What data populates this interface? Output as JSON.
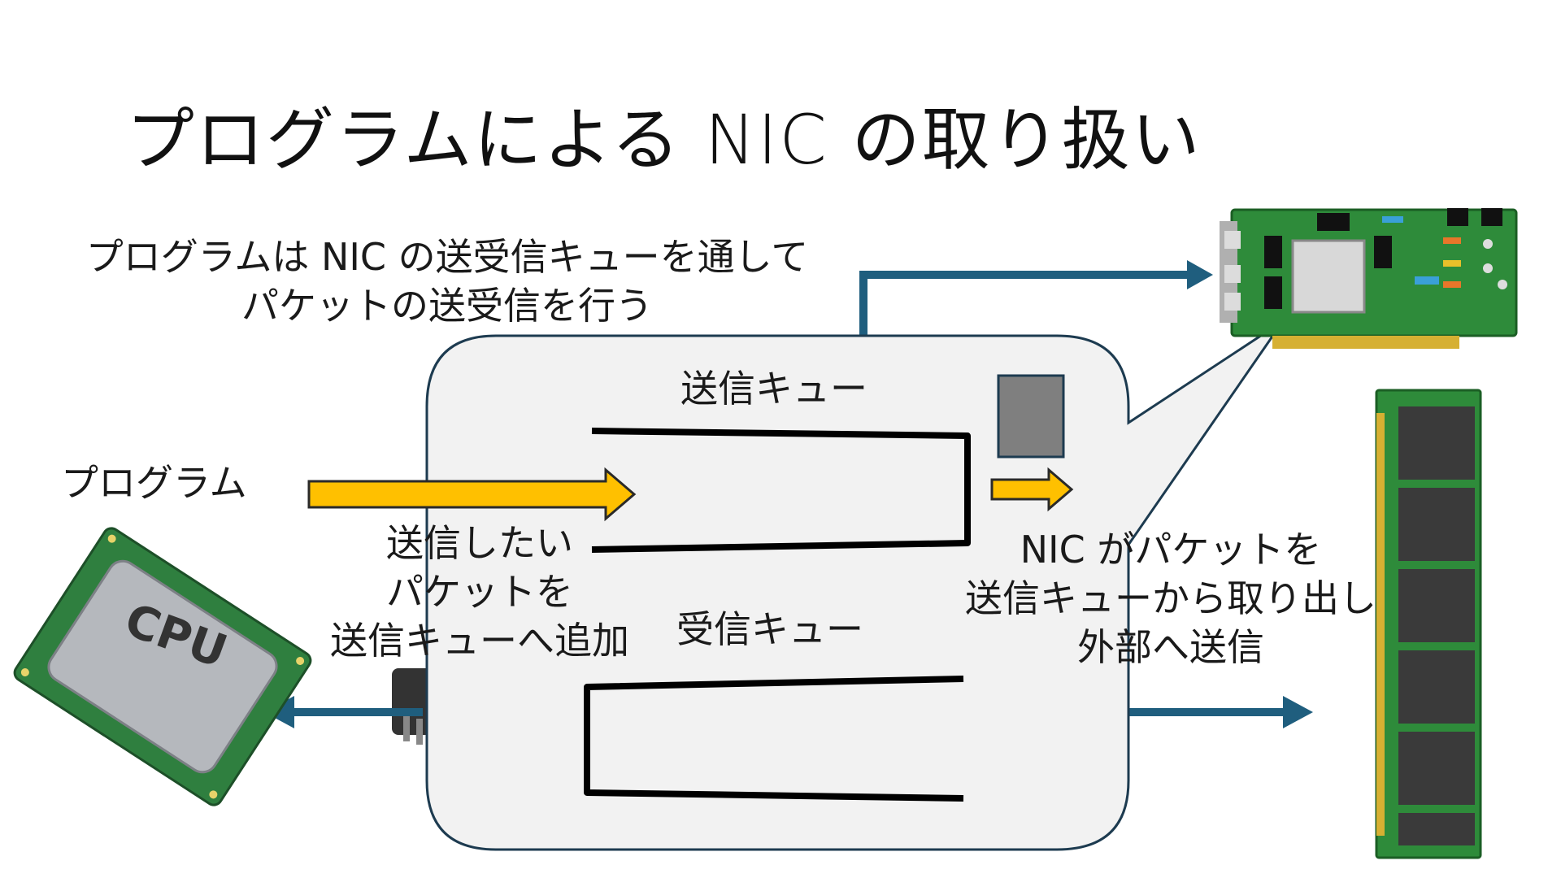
{
  "slide": {
    "title": "プログラムによる NIC の取り扱い",
    "description_line1": "プログラムは NIC の送受信キューを通して",
    "description_line2": "パケットの送受信を行う"
  },
  "diagram": {
    "program_label": "プログラム",
    "tx_queue_label": "送信キュー",
    "rx_queue_label": "受信キュー",
    "enqueue_caption": [
      "送信したい",
      "パケットを",
      "送信キューへ追加"
    ],
    "nic_caption": [
      "NIC がパケットを",
      "送信キューから取り出し",
      "外部へ送信"
    ],
    "cpu_chip_text": "CPU"
  },
  "colors": {
    "arrow_blue": "#1f5e7e",
    "arrow_yellow": "#ffc000",
    "bubble_fill": "#f2f2f2",
    "bubble_stroke": "#1d3b50",
    "packet_gray": "#7f7f7f",
    "pcb_green": "#2e8b3a",
    "cpu_green": "#2f7f3f"
  },
  "icons": [
    "nic-card-icon",
    "cpu-icon",
    "memory-module-icon",
    "chip-icon"
  ]
}
